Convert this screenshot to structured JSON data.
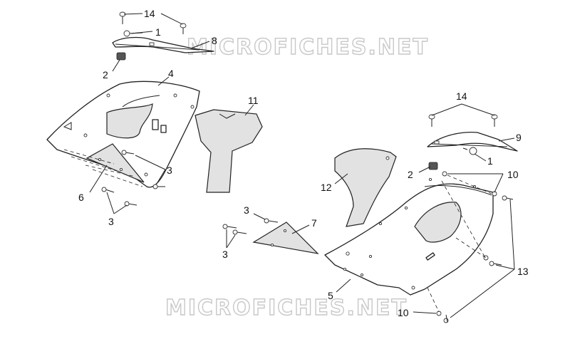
{
  "watermark": {
    "top": "MICROFICHES.NET",
    "bottom": "MICROFICHES.NET"
  },
  "callouts": {
    "c14_top": "14",
    "c1_top": "1",
    "c8": "8",
    "c2_left": "2",
    "c4": "4",
    "c11": "11",
    "c3_left_a": "3",
    "c6": "6",
    "c3_left_b": "3",
    "c14_right": "14",
    "c9": "9",
    "c1_right": "1",
    "c2_right": "2",
    "c10_top": "10",
    "c12": "12",
    "c3_mid": "3",
    "c7": "7",
    "c3_mid_b": "3",
    "c13": "13",
    "c5": "5",
    "c10_bottom": "10"
  }
}
